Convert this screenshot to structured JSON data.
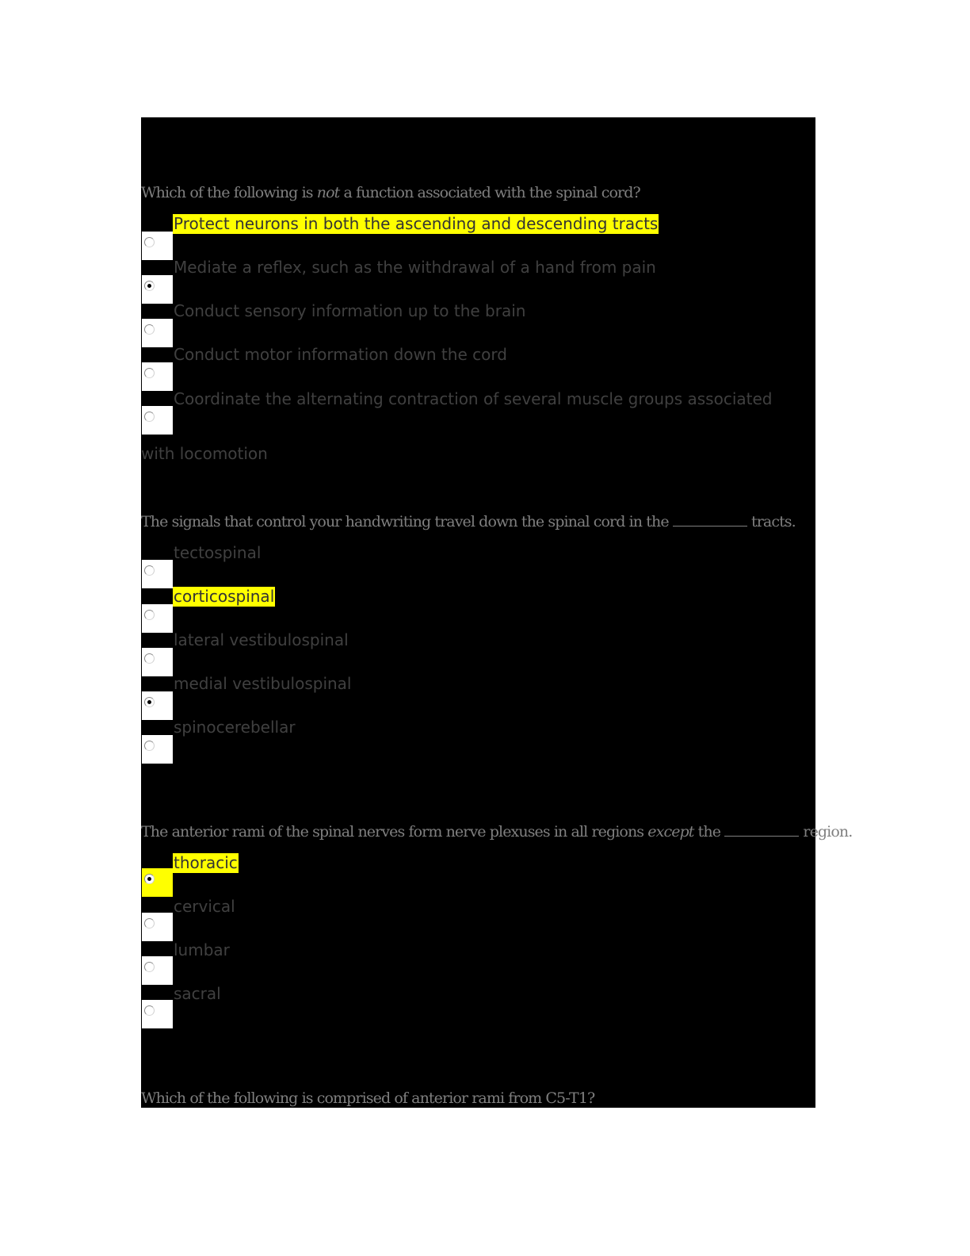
{
  "colors": {
    "page_background": "#000000",
    "question_text": "#7f7f7f",
    "option_text": "#404040",
    "highlight": "#ffff00"
  },
  "questions": [
    {
      "text_before": "Which of the following is ",
      "text_emphasis": "not",
      "text_after": " a function associated with the spinal cord?",
      "options": [
        {
          "label": "Protect neurons in both the ascending and descending tracts",
          "selected": false,
          "highlighted": true
        },
        {
          "label": "Mediate a reflex, such as the withdrawal of a hand from pain",
          "selected": true,
          "highlighted": false
        },
        {
          "label": "Conduct sensory information up to the brain",
          "selected": false,
          "highlighted": false
        },
        {
          "label": "Conduct motor information down the cord",
          "selected": false,
          "highlighted": false
        },
        {
          "label": "Coordinate the alternating contraction of several muscle groups associated",
          "label_continued": "with locomotion",
          "selected": false,
          "highlighted": false
        }
      ]
    },
    {
      "text_before": "The signals that control your handwriting travel down the spinal cord in the ",
      "blank": "__________",
      "text_after": " tracts.",
      "options": [
        {
          "label": "tectospinal",
          "selected": false,
          "highlighted": false
        },
        {
          "label": "corticospinal",
          "selected": false,
          "highlighted": true
        },
        {
          "label": "lateral vestibulospinal",
          "selected": false,
          "highlighted": false
        },
        {
          "label": "medial vestibulospinal",
          "selected": true,
          "highlighted": false
        },
        {
          "label": "spinocerebellar",
          "selected": false,
          "highlighted": false
        }
      ]
    },
    {
      "text_before": "The anterior rami of the spinal nerves form nerve plexuses in all regions ",
      "text_emphasis": "except",
      "text_middle": " the ",
      "blank": "__________",
      "text_after": " region.",
      "options": [
        {
          "label": "thoracic",
          "selected": true,
          "highlighted": true
        },
        {
          "label": "cervical",
          "selected": false,
          "highlighted": false
        },
        {
          "label": "lumbar",
          "selected": false,
          "highlighted": false
        },
        {
          "label": "sacral",
          "selected": false,
          "highlighted": false
        }
      ]
    },
    {
      "text_before": "Which of the following is comprised of anterior rami from C5-T1?"
    }
  ]
}
